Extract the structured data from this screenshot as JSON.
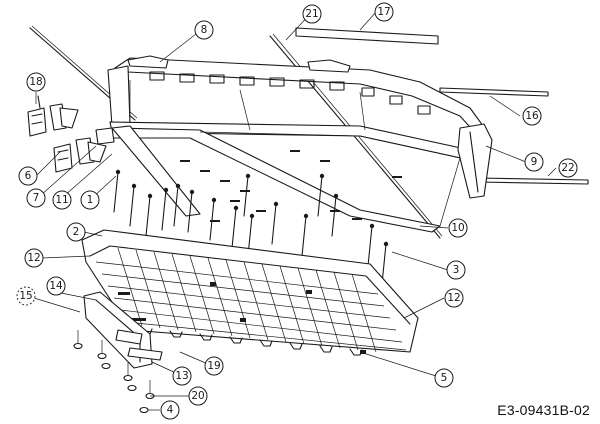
{
  "diagram_ref": "E3-09431B-02",
  "callouts": [
    {
      "id": "c1",
      "label": "1"
    },
    {
      "id": "c2",
      "label": "2"
    },
    {
      "id": "c3",
      "label": "3"
    },
    {
      "id": "c4",
      "label": "4"
    },
    {
      "id": "c5",
      "label": "5"
    },
    {
      "id": "c6",
      "label": "6"
    },
    {
      "id": "c7",
      "label": "7"
    },
    {
      "id": "c8",
      "label": "8"
    },
    {
      "id": "c9",
      "label": "9"
    },
    {
      "id": "c10",
      "label": "10"
    },
    {
      "id": "c11",
      "label": "11"
    },
    {
      "id": "c12a",
      "label": "12"
    },
    {
      "id": "c12b",
      "label": "12"
    },
    {
      "id": "c13",
      "label": "13"
    },
    {
      "id": "c14",
      "label": "14"
    },
    {
      "id": "c15",
      "label": "15"
    },
    {
      "id": "c16",
      "label": "16"
    },
    {
      "id": "c17",
      "label": "17"
    },
    {
      "id": "c18",
      "label": "18"
    },
    {
      "id": "c19",
      "label": "19"
    },
    {
      "id": "c20",
      "label": "20"
    },
    {
      "id": "c21",
      "label": "21"
    },
    {
      "id": "c22",
      "label": "22"
    }
  ]
}
